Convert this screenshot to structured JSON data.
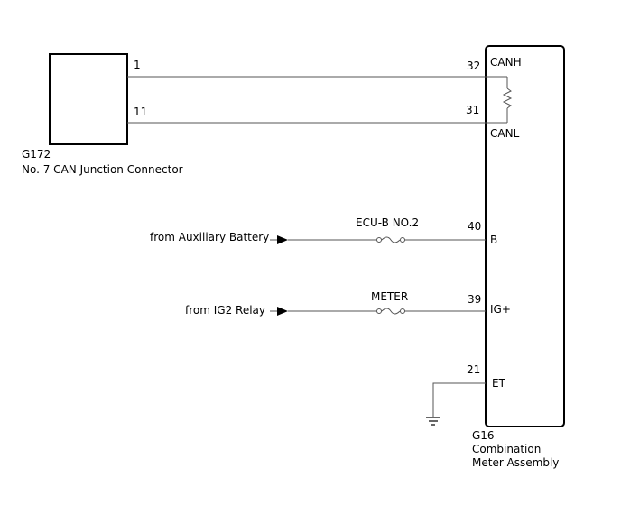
{
  "connector_left": {
    "id": "G172",
    "name": "No. 7 CAN Junction Connector",
    "pins": {
      "top": "1",
      "bottom": "11"
    }
  },
  "meter": {
    "id": "G16",
    "name_line1": "Combination",
    "name_line2": "Meter Assembly",
    "pins": {
      "canh_num": "32",
      "canh_label": "CANH",
      "canl_num": "31",
      "canl_label": "CANL",
      "b_num": "40",
      "b_label": "B",
      "ig_num": "39",
      "ig_label": "IG+",
      "et_num": "21",
      "et_label": "ET"
    }
  },
  "inputs": {
    "battery_label": "from Auxiliary Battery",
    "battery_fuse": "ECU-B NO.2",
    "ig2_label": "from IG2 Relay",
    "ig2_fuse": "METER"
  },
  "colors": {
    "line": "#555555",
    "box": "#000000"
  }
}
